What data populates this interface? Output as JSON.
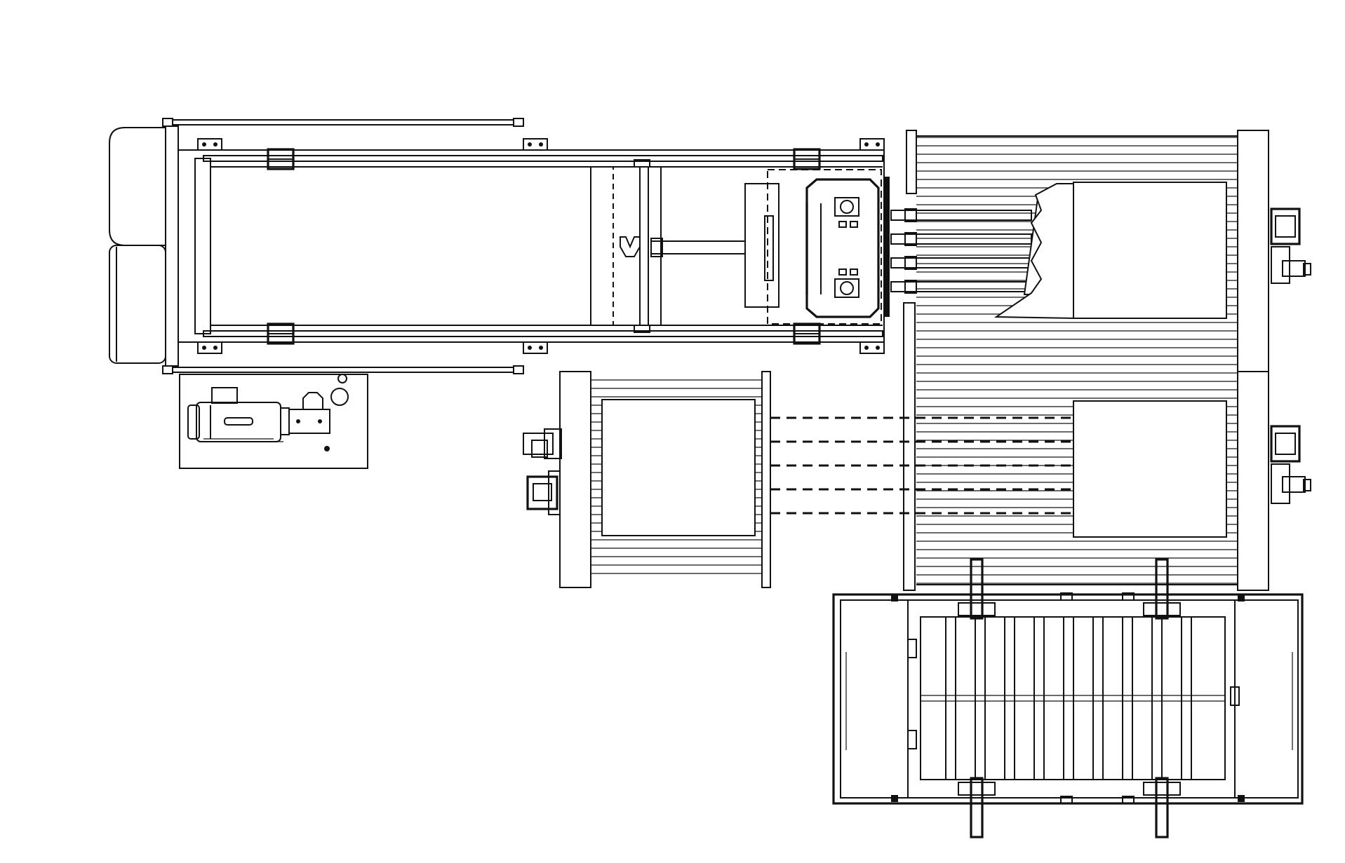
{
  "drawing": {
    "line_color": "#111111",
    "background": "#ffffff",
    "modules": [
      {
        "name": "press-frame"
      },
      {
        "name": "motor-pump-unit"
      },
      {
        "name": "roller-conveyor-infeed"
      },
      {
        "name": "roller-conveyor-main"
      },
      {
        "name": "lift-table"
      }
    ]
  }
}
